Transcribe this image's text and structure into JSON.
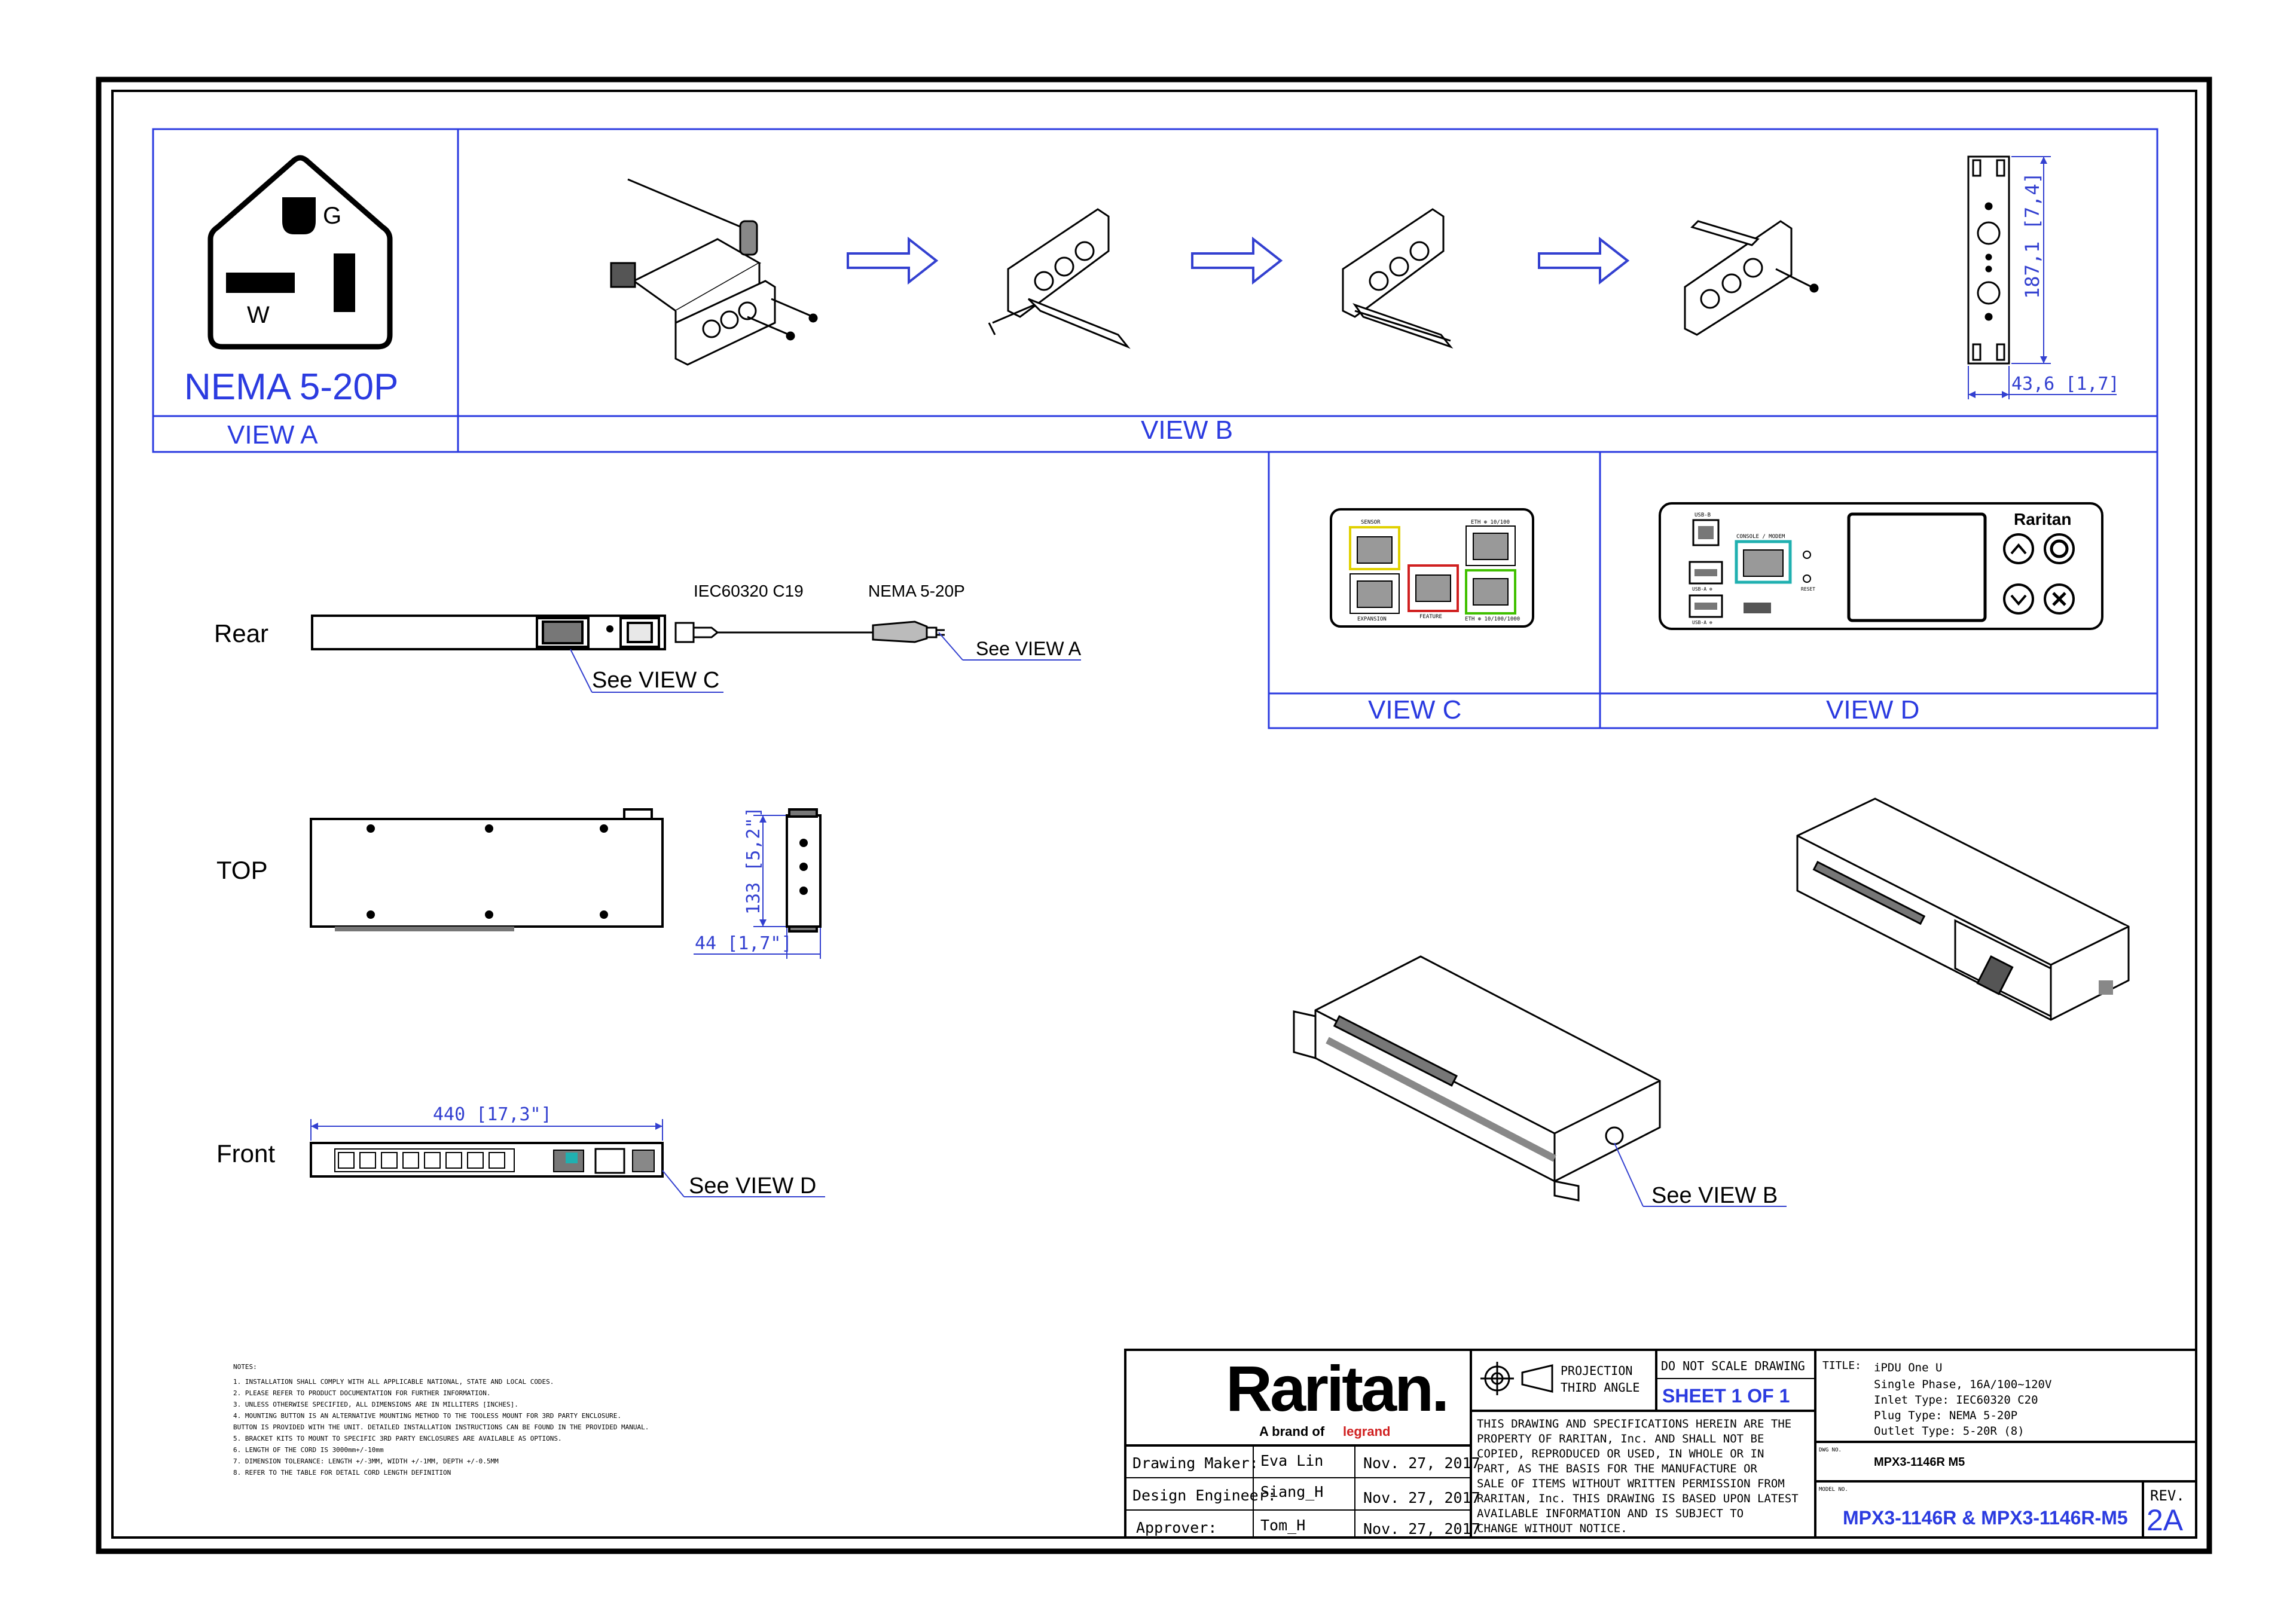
{
  "views": {
    "view_a": "VIEW A",
    "view_b": "VIEW B",
    "view_c": "VIEW C",
    "view_d": "VIEW D"
  },
  "plug": {
    "type_label": "NEMA 5-20P",
    "ground_letter": "G",
    "neutral_letter": "W"
  },
  "dims": {
    "bracket_height": "187,1 [7,4]",
    "bracket_width": "43,6 [1,7]",
    "side_height": "133 [5,2\"]",
    "side_width": "44 [1,7\"]",
    "front_width": "440 [17,3\"]"
  },
  "rows": {
    "rear": "Rear",
    "top": "TOP",
    "front": "Front"
  },
  "callouts": {
    "see_view_a": "See VIEW A",
    "see_view_b": "See VIEW B",
    "see_view_c": "See VIEW C",
    "see_view_d": "See VIEW D",
    "inlet": "IEC60320  C19",
    "plug": "NEMA 5-20P"
  },
  "view_c_ports": {
    "sensor": "SENSOR",
    "eth": "ETH ⊕ 10/100",
    "expansion": "EXPANSION",
    "feature": "FEATURE",
    "eth2": "ETH ⊕ 10/100/1000"
  },
  "view_d_panel": {
    "usb_b": "USB-B",
    "console": "CONSOLE / MODEM",
    "reset": "RESET",
    "usb_a1": "USB-A ⊕",
    "usb_a2": "USB-A ⊕",
    "brand": "Raritan"
  },
  "notes": {
    "heading": "NOTES:",
    "lines": [
      "1. INSTALLATION SHALL COMPLY WITH ALL APPLICABLE NATIONAL, STATE AND LOCAL CODES.",
      "2. PLEASE REFER TO PRODUCT DOCUMENTATION FOR FURTHER INFORMATION.",
      "3. UNLESS OTHERWISE SPECIFIED, ALL DIMENSIONS ARE IN MILLITERS [INCHES].",
      "4. MOUNTING BUTTON IS AN ALTERNATIVE MOUNTING METHOD TO THE TOOLESS MOUNT FOR 3RD PARTY ENCLOSURE.",
      "   BUTTON IS PROVIDED WITH THE UNIT. DETAILED INSTALLATION INSTRUCTIONS CAN BE FOUND IN THE PROVIDED MANUAL.",
      "5. BRACKET KITS TO MOUNT TO SPECIFIC 3RD PARTY ENCLOSURES ARE AVAILABLE AS OPTIONS.",
      "6. LENGTH OF THE CORD IS 3000mm+/-10mm",
      "7. DIMENSION TOLERANCE: LENGTH +/-3MM, WIDTH +/-1MM, DEPTH +/-0.5MM",
      "8. REFER TO THE TABLE FOR DETAIL CORD LENGTH DEFINITION"
    ]
  },
  "title_block": {
    "logo": "Raritan.",
    "tagline_prefix": "A brand of",
    "tagline_brand": "legrand",
    "rows": [
      {
        "role": "Drawing Maker:",
        "name": "Eva Lin",
        "date": "Nov. 27, 2017"
      },
      {
        "role": "Design Engineer:",
        "name": "Siang_H",
        "date": "Nov. 27, 2017"
      },
      {
        "role": "Approver:",
        "name": "Tom_H",
        "date": "Nov. 27, 2017"
      }
    ],
    "projection_1": "PROJECTION",
    "projection_2": "THIRD ANGLE",
    "do_not_scale": "DO NOT SCALE DRAWING",
    "sheet": "SHEET 1 OF 1",
    "disclaimer": [
      "THIS DRAWING AND SPECIFICATIONS HEREIN ARE THE",
      "PROPERTY OF RARITAN, Inc. AND SHALL NOT BE",
      "COPIED, REPRODUCED OR USED, IN WHOLE OR IN",
      "PART, AS THE BASIS FOR THE MANUFACTURE OR",
      "SALE OF ITEMS WITHOUT WRITTEN PERMISSION FROM",
      "RARITAN, Inc. THIS DRAWING IS BASED UPON LATEST",
      "AVAILABLE INFORMATION AND IS SUBJECT TO",
      "CHANGE WITHOUT NOTICE."
    ],
    "title_label": "TITLE:",
    "title_lines": [
      "iPDU One U",
      "Single Phase, 16A/100~120V",
      "Inlet Type: IEC60320 C20",
      "Plug Type: NEMA 5-20P",
      "Outlet Type: 5-20R (8)"
    ],
    "dwg_label": "DWG NO.",
    "dwg_no": "MPX3-1146R M5",
    "model_label": "MODEL NO.",
    "model_no": "MPX3-1146R & MPX3-1146R-M5",
    "rev_label": "REV.",
    "rev": "2A"
  }
}
